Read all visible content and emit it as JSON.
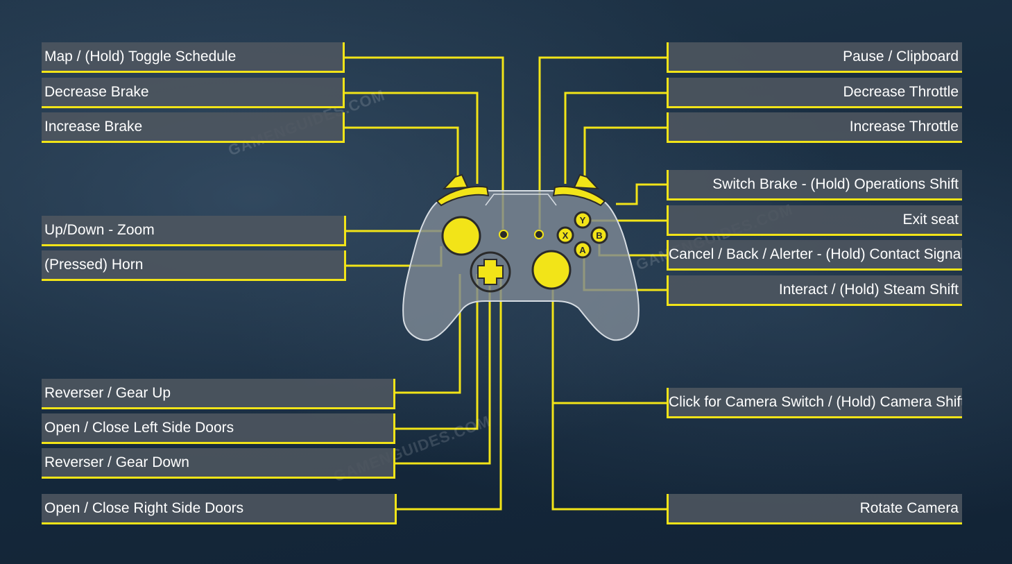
{
  "watermark": "GAMENGUIDES.COM",
  "colors": {
    "accent": "#f2e418",
    "panel": "#4e5660",
    "controller_fill": "#7c8794",
    "controller_stroke": "#d7dde3"
  },
  "left_labels": [
    "Map / (Hold) Toggle Schedule",
    "Decrease Brake",
    "Increase Brake",
    "Up/Down - Zoom",
    "(Pressed) Horn",
    "Reverser / Gear Up",
    "Open / Close Left Side Doors",
    "Reverser / Gear Down",
    "Open / Close Right Side Doors"
  ],
  "right_labels": [
    "Pause / Clipboard",
    "Decrease Throttle",
    "Increase Throttle",
    "Switch Brake - (Hold) Operations Shift",
    "Exit seat",
    "Cancel / Back / Alerter - (Hold) Contact Signaller",
    "Interact / (Hold) Steam Shift",
    "Click for Camera Switch / (Hold) Camera Shift",
    "Rotate Camera"
  ],
  "face_buttons": {
    "y": "Y",
    "x": "X",
    "b": "B",
    "a": "A"
  }
}
